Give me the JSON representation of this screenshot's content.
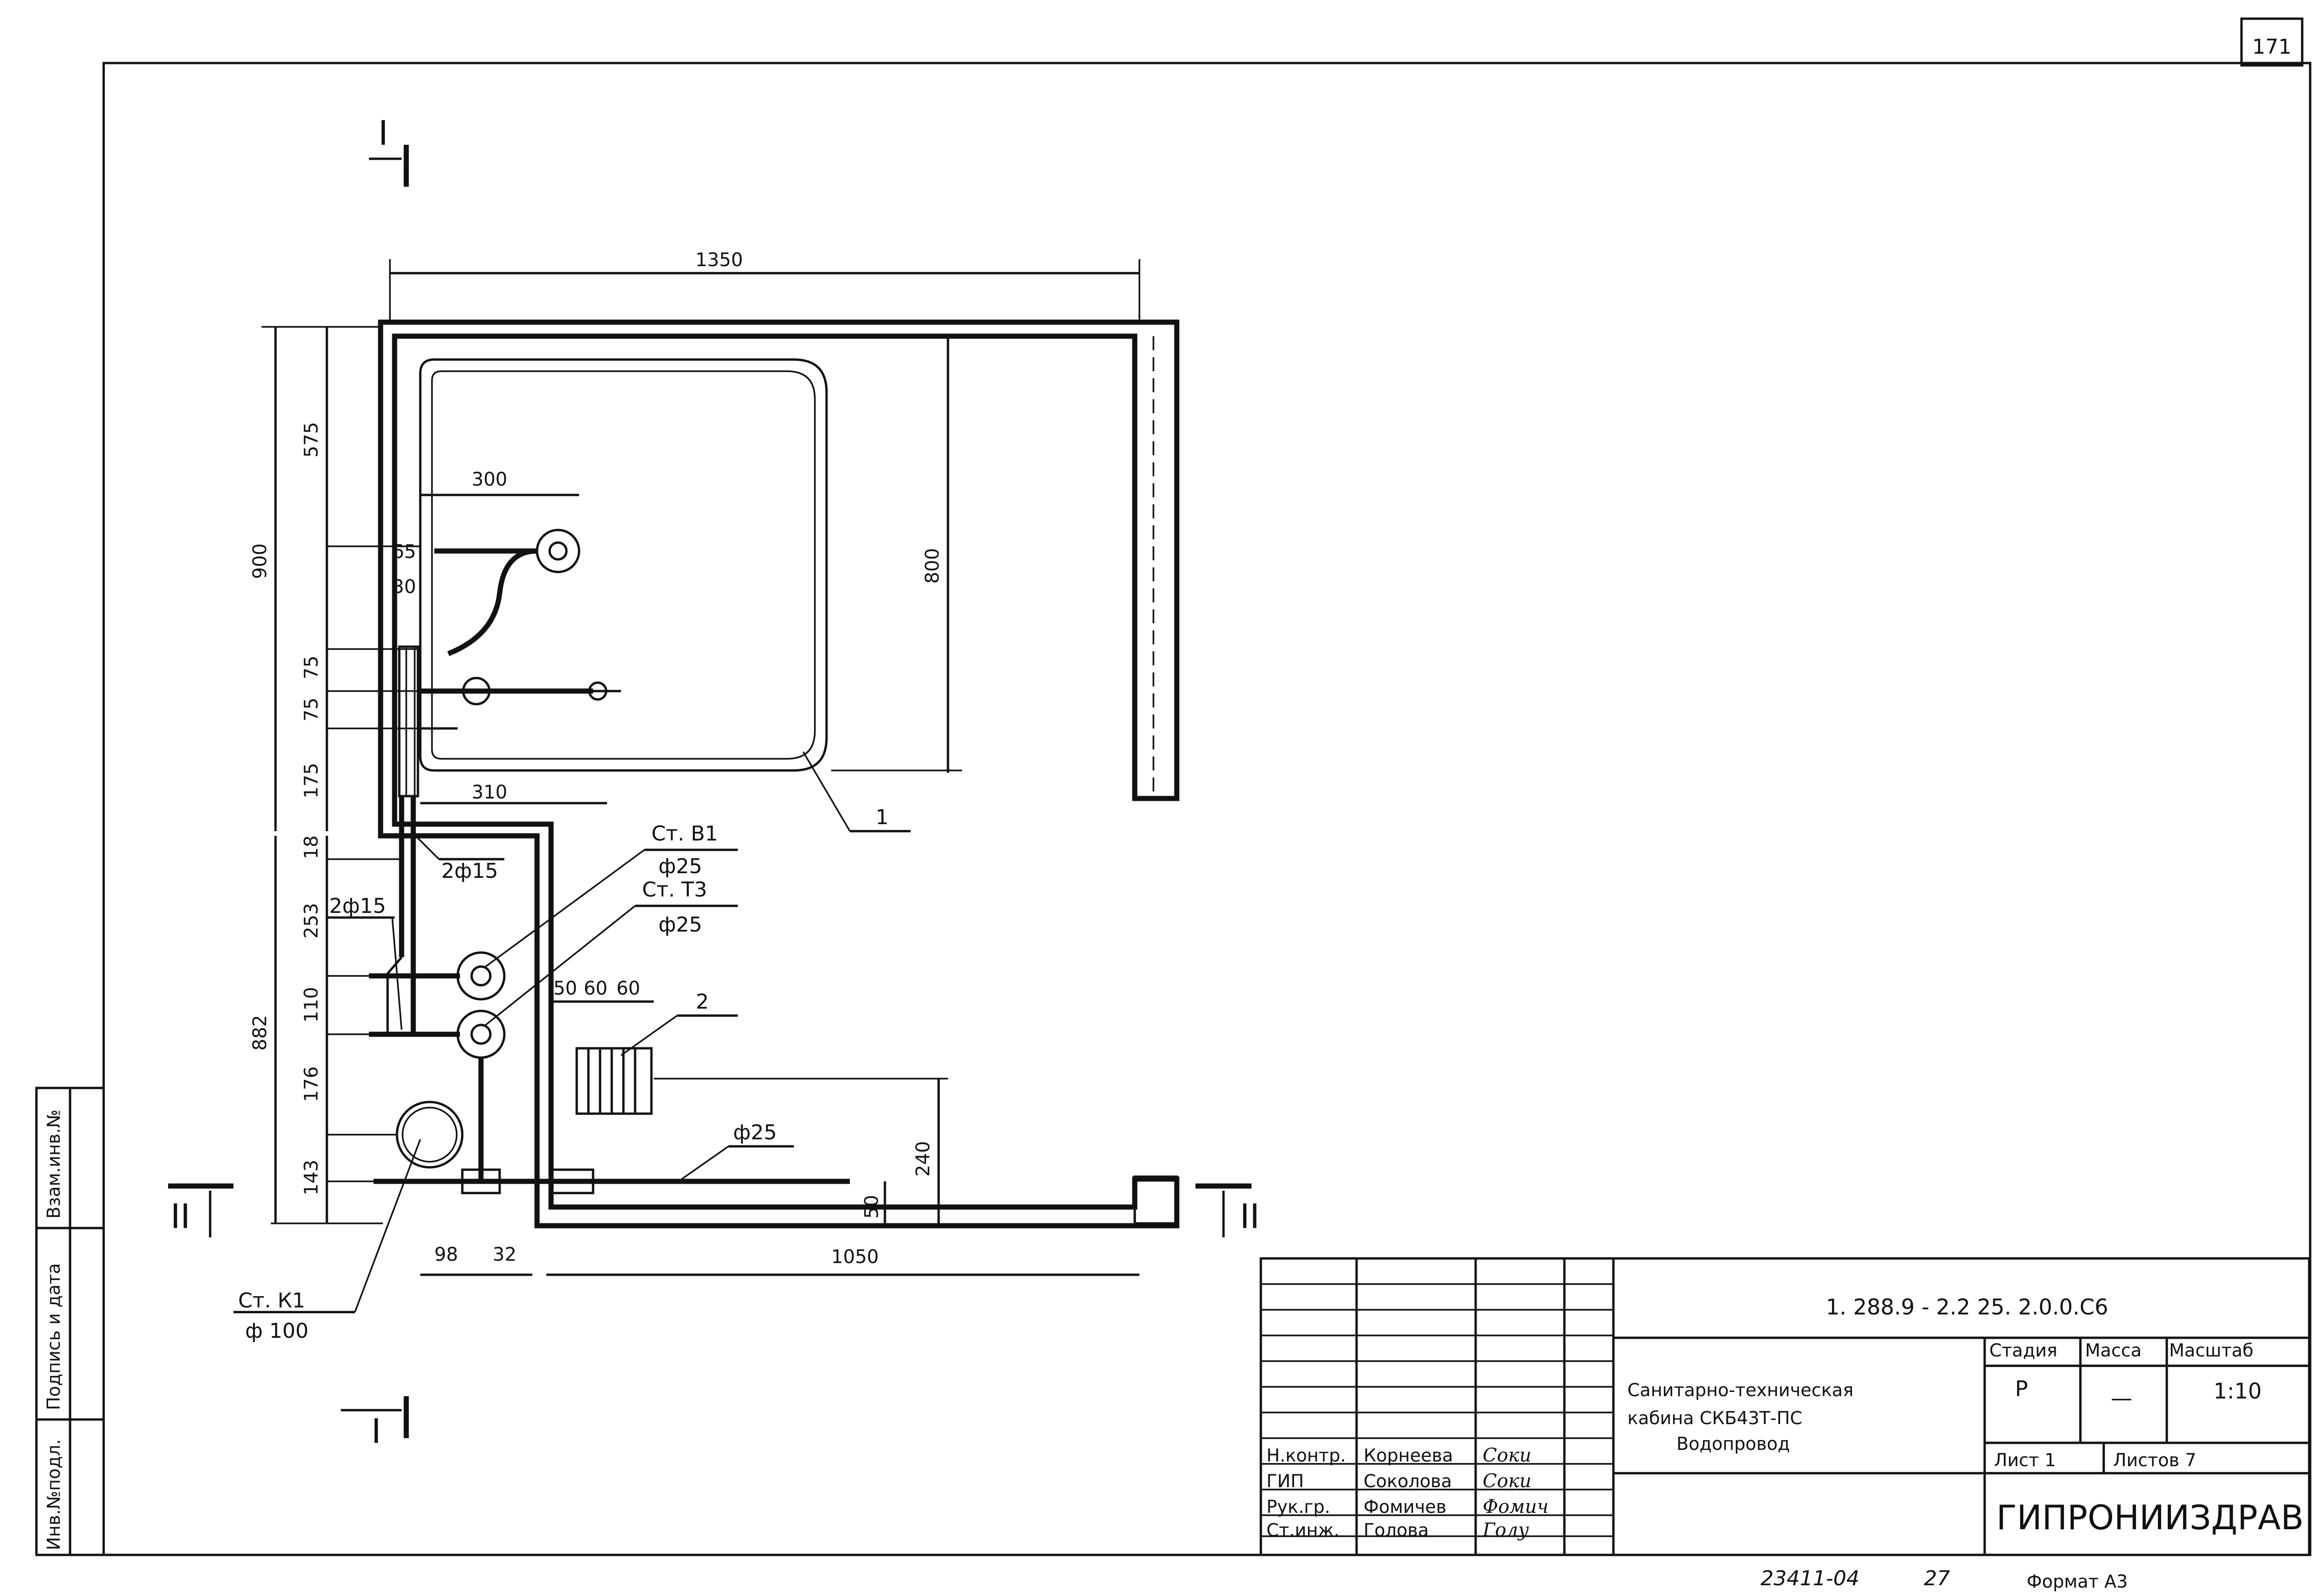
{
  "corner": {
    "sheet_no": "171"
  },
  "sections": {
    "mark_1": "I",
    "mark_2": "II"
  },
  "dimensions": {
    "top_width": "1350",
    "left_total_top": "900",
    "left_575": "575",
    "right_800": "800",
    "d300": "300",
    "d65": "65",
    "d30": "30",
    "d75a": "75",
    "d75b": "75",
    "d175": "175",
    "d310": "310",
    "d18": "18",
    "d253": "253",
    "d110": "110",
    "d882": "882",
    "d176": "176",
    "d143": "143",
    "d98": "98",
    "d32": "32",
    "d1050": "1050",
    "d240": "240",
    "d50": "50",
    "d50b": "50",
    "d60a": "60",
    "d60b": "60"
  },
  "labels": {
    "pipe_2x15a": "2ф15",
    "pipe_2x15b": "2ф15",
    "st_v1": "Ст. В1",
    "st_v1_d": "ф25",
    "st_t3": "Ст. Т3",
    "st_t3_d": "ф25",
    "st_k1": "Ст. К1",
    "st_k1_d": "ф 100",
    "pipe_25": "ф25",
    "callout_1": "1",
    "callout_2": "2"
  },
  "side_stamp": {
    "col1": "Инв.№подл.",
    "col2": "Подпись и дата",
    "col3": "Взам.инв.№"
  },
  "title_block": {
    "code": "1. 288.9 - 2.2   25. 2.0.0.С6",
    "title_l1": "Санитарно-техническая",
    "title_l2": "кабина     СКБ43Т-ПС",
    "title_l3": "Водопровод",
    "stage_h": "Стадия",
    "mass_h": "Масса",
    "scale_h": "Масштаб",
    "stage_v": "Р",
    "mass_v": "—",
    "scale_v": "1:10",
    "sheet": "Лист 1",
    "sheets": "Листов 7",
    "org": "ГИПРОНИИЗДРАВ",
    "roles": [
      {
        "role": "Н.контр.",
        "name": "Корнеева",
        "sig": "Соки"
      },
      {
        "role": "ГИП",
        "name": "Соколова",
        "sig": "Соки"
      },
      {
        "role": "Рук.гр.",
        "name": "Фомичев",
        "sig": "Фомич"
      },
      {
        "role": "Ст.инж.",
        "name": "Голова",
        "sig": "Голу"
      }
    ]
  },
  "footer": {
    "inv": "23411-04",
    "num": "27",
    "format": "Формат А3"
  }
}
